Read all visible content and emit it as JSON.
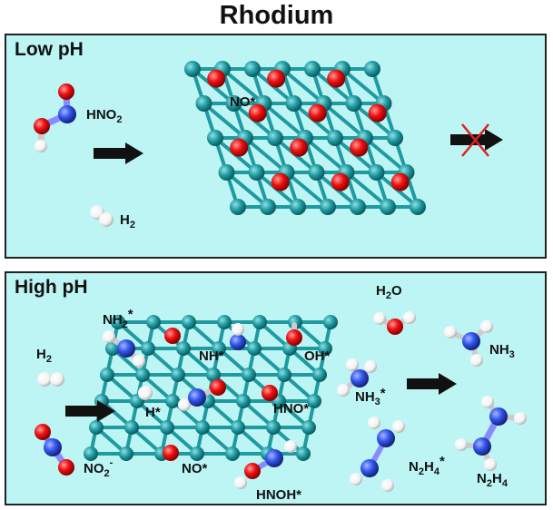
{
  "title": "Rhodium",
  "panels": {
    "low": {
      "label": "Low pH",
      "species": {
        "hno2": "HNO",
        "hno2_sub": "2",
        "h2": "H",
        "h2_sub": "2",
        "no_ads": "NO*"
      }
    },
    "high": {
      "label": "High pH",
      "species": {
        "h2o": "H",
        "h2o_sub": "2",
        "h2o_tail": "O",
        "h2": "H",
        "h2_sub": "2",
        "no2": "NO",
        "no2_sub": "2",
        "no2_sup": "-",
        "nh2": "NH",
        "nh2_sub": "2",
        "nh2_tail": "*",
        "nh": "NH*",
        "oh": "OH*",
        "nh3_ads": "NH",
        "nh3_ads_sub": "3",
        "nh3_ads_tail": "*",
        "h_ads": "H*",
        "hno": "HNO*",
        "no_ads": "NO*",
        "hnoh": "HNOH*",
        "n2h4_ads": "N",
        "n2h4_ads_sub": "2",
        "n2h4_ads_mid": "H",
        "n2h4_ads_sub2": "4",
        "n2h4_ads_tail": "*",
        "nh3": "NH",
        "nh3_sub": "3",
        "n2h4": "N",
        "n2h4_sub": "2",
        "n2h4_mid": "H",
        "n2h4_sub2": "4"
      }
    }
  },
  "colors": {
    "panel_bg": "#bdf5f5",
    "rh_atom": "#1e9aa0",
    "oxygen": "#ee1111",
    "nitrogen": "#3355ee",
    "hydrogen": "#ffffff",
    "arrow": "#111111",
    "blocked_mark": "#e02020"
  }
}
